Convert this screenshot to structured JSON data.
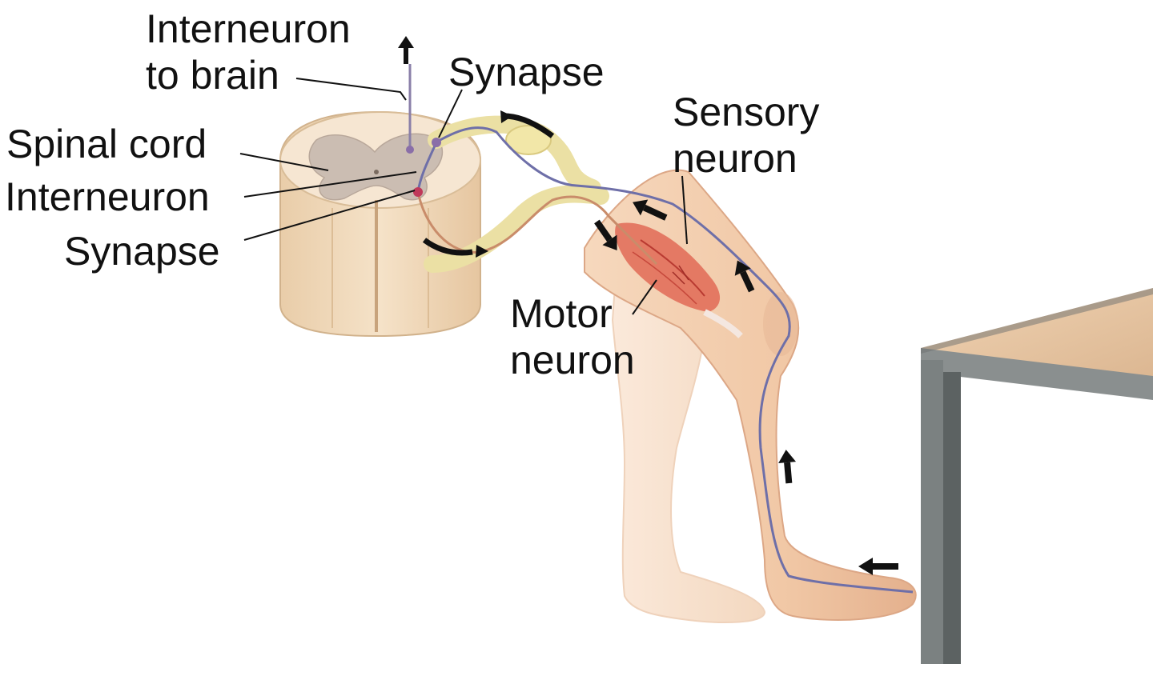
{
  "labels": {
    "interneuron_to_brain_line1": "Interneuron",
    "interneuron_to_brain_line2": "to brain",
    "synapse_top": "Synapse",
    "spinal_cord": "Spinal cord",
    "interneuron": "Interneuron",
    "synapse_bottom": "Synapse",
    "sensory_neuron_line1": "Sensory",
    "sensory_neuron_line2": "neuron",
    "motor_neuron_line1": "Motor",
    "motor_neuron_line2": "neuron"
  },
  "colors": {
    "skin": "#f3cfb1",
    "skin_shadow": "#e2ad8a",
    "spinal_cord": "#f2dcc0",
    "gray_matter": "#cdbfb5",
    "nerve": "#ede3a0",
    "neuron_line": "#6e6fa8",
    "muscle": "#d9594a",
    "table_top": "#e9c9a7",
    "table_leg": "#707676",
    "arrow": "#111111"
  }
}
